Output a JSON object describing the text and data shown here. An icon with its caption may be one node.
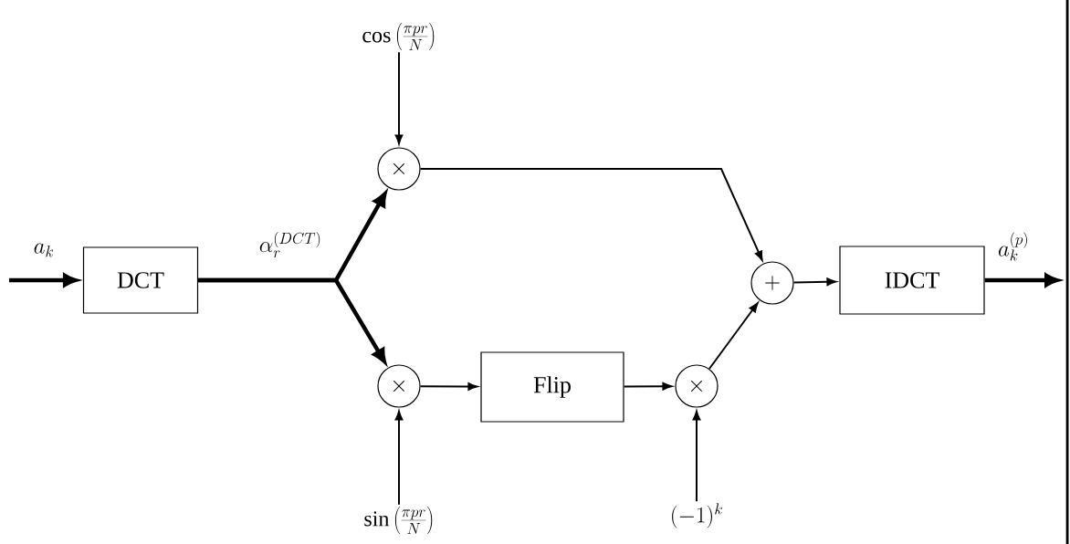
{
  "diagram": {
    "nodes": [
      {
        "text": [
          "DCT"
        ]
      },
      {
        "text": [
          "\\cos\\left(\\frac{\\pi p r}{N}\\right)"
        ]
      },
      {
        "text": [
          "\\times"
        ]
      },
      {
        "text": [
          "\\times"
        ]
      },
      {
        "text": [
          "\\sin\\left(\\frac{\\pi p r}{N}\\right)"
        ]
      },
      {
        "text": [
          "Flip"
        ]
      },
      {
        "text": [
          "\\times"
        ]
      },
      {
        "text": [
          "(-1)^{k}"
        ]
      },
      {
        "text": [
          "+"
        ]
      },
      {
        "text": [
          "IDCT"
        ]
      }
    ],
    "edges": [
      {
        "from": null,
        "to": 0,
        "arrow": "to",
        "label": "a_{k}",
        "style": "thick"
      },
      {
        "from": 0,
        "to": 2,
        "arrow": "to",
        "label": "\\alpha_{r}^{(DCT)}",
        "style": "thick"
      },
      {
        "from": 0,
        "to": 3,
        "arrow": "to",
        "style": "thick"
      },
      {
        "from": 1,
        "to": 2,
        "arrow": "to"
      },
      {
        "from": 4,
        "to": 3,
        "arrow": "to"
      },
      {
        "from": 3,
        "to": 5,
        "arrow": "to"
      },
      {
        "from": 5,
        "to": 6,
        "arrow": "to"
      },
      {
        "from": 7,
        "to": 6,
        "arrow": "to"
      },
      {
        "from": 2,
        "to": 8,
        "arrow": "to"
      },
      {
        "from": 6,
        "to": 8,
        "arrow": "to"
      },
      {
        "from": 8,
        "to": 9,
        "arrow": "to"
      },
      {
        "from": 9,
        "to": null,
        "arrow": "to",
        "label": "a_{k}^{(p)}",
        "style": "thick"
      }
    ]
  }
}
